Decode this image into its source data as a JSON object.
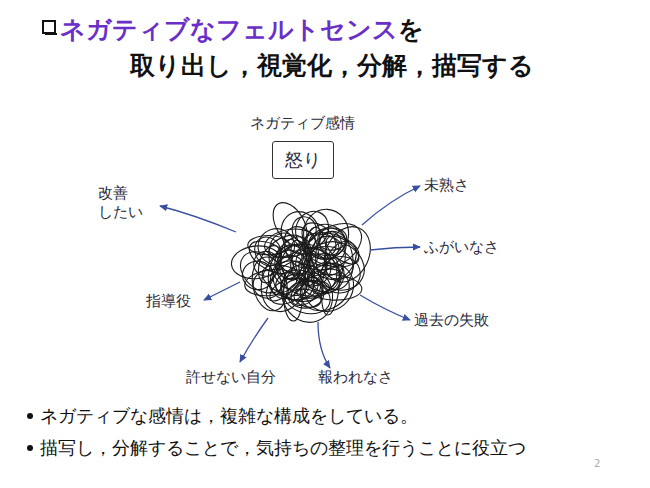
{
  "diagram": {
    "title": "ネガティブなフェルトセンスを 取り出し，視覚化，分解，描写する",
    "nodes": [
      {
        "text": [
          "ネガティブ感情",
          "怒り"
        ]
      }
    ],
    "edges": [],
    "labels": [
      "未熟さ",
      "ふがいなさ",
      "過去の失敗",
      "報われなさ",
      "許せない自分",
      "指導役",
      "改善 したい",
      "ネガティブな感情は，複雑な構成をしている。",
      "描写し，分解することで，気持ちの整理を行うことに役立つ",
      "2"
    ]
  }
}
